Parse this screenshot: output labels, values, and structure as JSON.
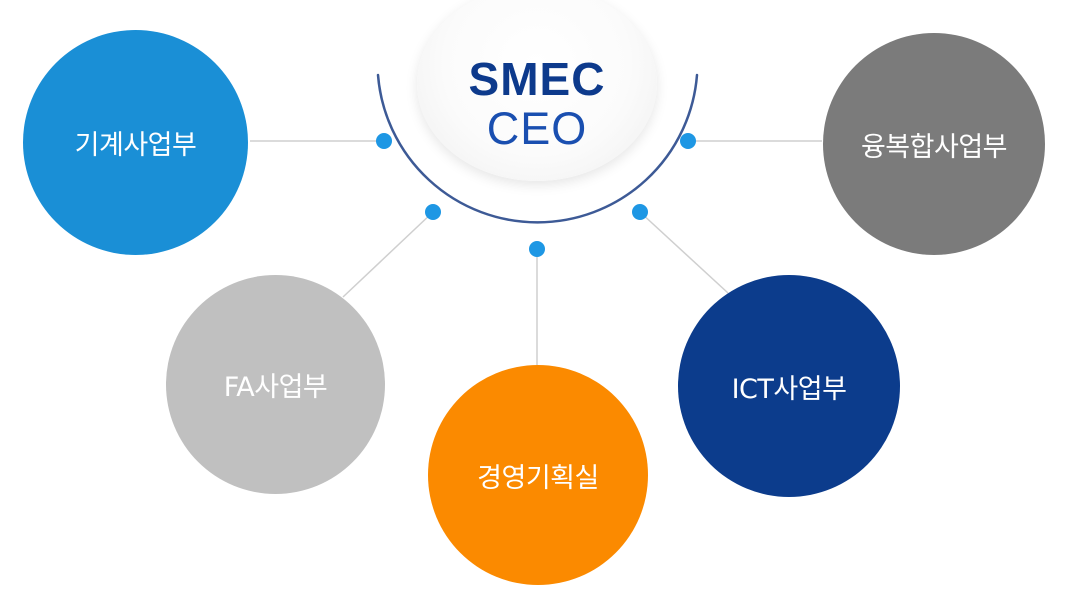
{
  "center": {
    "brand": "SMEC",
    "title": "CEO"
  },
  "departments": [
    {
      "id": "mechanical",
      "label": "기계사업부",
      "color": "#1a8fd6"
    },
    {
      "id": "fa",
      "label": "FA사업부",
      "color": "#c0c0c0"
    },
    {
      "id": "planning",
      "label": "경영기획실",
      "color": "#fb8a00"
    },
    {
      "id": "ict",
      "label": "ICT사업부",
      "color": "#0c3c8c"
    },
    {
      "id": "convergence",
      "label": "융복합사업부",
      "color": "#7b7b7b"
    }
  ],
  "colors": {
    "connector_dot": "#1e97e4",
    "connector_line": "#cfcfcf",
    "arc": "#3d5a96"
  }
}
